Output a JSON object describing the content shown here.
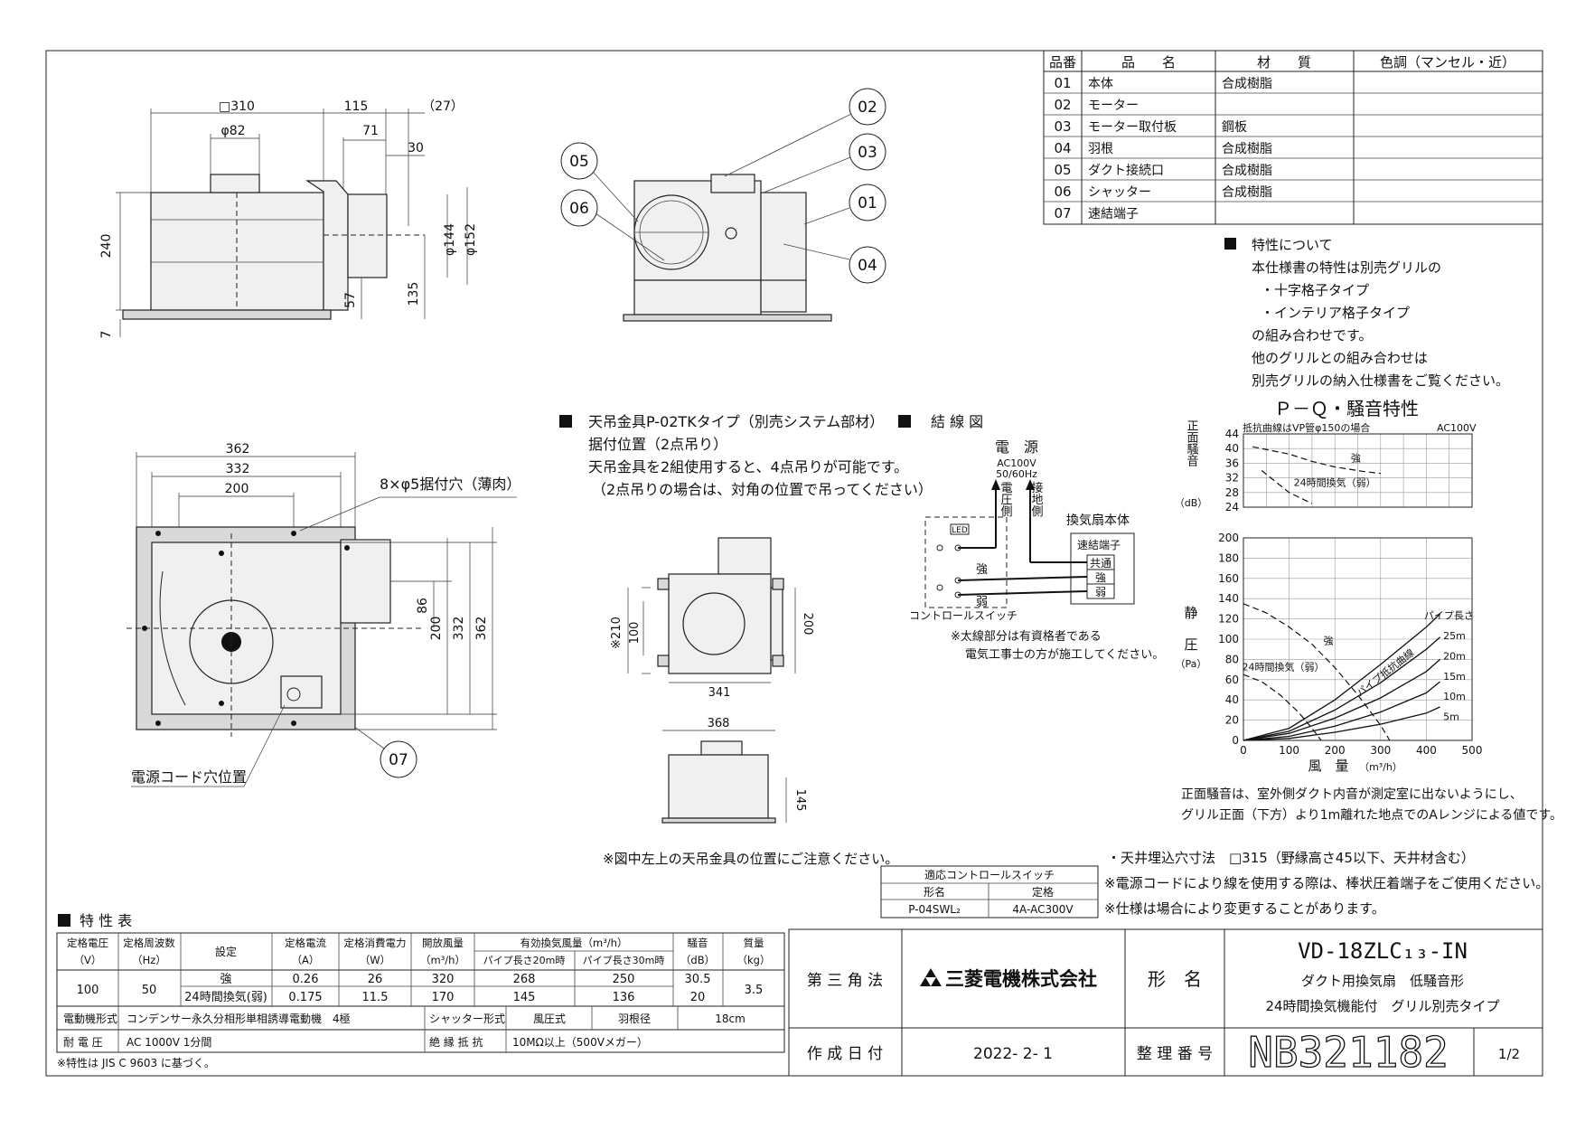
{
  "parts_table": {
    "headers": [
      "品番",
      "品　　名",
      "材　　質",
      "色調（マンセル・近）"
    ],
    "rows": [
      {
        "no": "01",
        "name": "本体",
        "material": "合成樹脂",
        "color": ""
      },
      {
        "no": "02",
        "name": "モーター",
        "material": "",
        "color": ""
      },
      {
        "no": "03",
        "name": "モーター取付板",
        "material": "鋼板",
        "color": ""
      },
      {
        "no": "04",
        "name": "羽根",
        "material": "合成樹脂",
        "color": ""
      },
      {
        "no": "05",
        "name": "ダクト接続口",
        "material": "合成樹脂",
        "color": ""
      },
      {
        "no": "06",
        "name": "シャッター",
        "material": "合成樹脂",
        "color": ""
      },
      {
        "no": "07",
        "name": "速結端子",
        "material": "",
        "color": ""
      }
    ]
  },
  "side_view_dims": {
    "sq310": "□310",
    "d115": "115",
    "d27": "（27）",
    "phi82": "φ82",
    "d71": "71",
    "d30": "30",
    "d240": "240",
    "phi144": "φ144",
    "phi152": "φ152",
    "d57": "57",
    "d135": "135",
    "d7": "7"
  },
  "callouts": {
    "c01": "01",
    "c02": "02",
    "c03": "03",
    "c04": "04",
    "c05": "05",
    "c06": "06",
    "c07": "07"
  },
  "bottom_view_dims": {
    "d362": "362",
    "d332": "332",
    "d200": "200",
    "d86": "86",
    "d200v": "200",
    "d332v": "332",
    "d362v": "362",
    "holes": "8×φ5据付穴（薄肉）",
    "cord": "電源コード穴位置"
  },
  "hanger_section": {
    "title": "天吊金具P-02TKタイプ（別売システム部材）",
    "line1": "据付位置（2点吊り）",
    "line2": "天吊金具を2組使用すると、4点吊りが可能です。",
    "line3": "（2点吊りの場合は、対角の位置で吊ってください）",
    "d210": "※210",
    "d100": "100",
    "d200": "200",
    "d341": "341",
    "d368": "368",
    "d145": "145",
    "note": "※図中左上の天吊金具の位置にご注意ください。"
  },
  "wiring": {
    "title": "結 線 図",
    "power": "電　源",
    "ac": "AC100V",
    "hz": "50/60Hz",
    "live": "電圧側",
    "ground": "接地側",
    "fan_body": "換気扇本体",
    "terminal": "速結端子",
    "common": "共通",
    "strong": "強",
    "weak": "弱",
    "led": "LED",
    "switch": "コントロールスイッチ",
    "note1": "※太線部分は有資格者である",
    "note2": "電気工事士の方が施工してください。"
  },
  "characteristics_note": {
    "title": "特性について",
    "l1": "本仕様書の特性は別売グリルの",
    "l2": "・十字格子タイプ",
    "l3": "・インテリア格子タイプ",
    "l4": "の組み合わせです。",
    "l5": "他のグリルとの組み合わせは",
    "l6": "別売グリルの納入仕様書をご覧ください。"
  },
  "chart_data": [
    {
      "type": "line",
      "title": "Ｐ－Ｑ・騒音特性",
      "subtitle": "抵抗曲線はVP管φ150の場合",
      "supply": "AC100V",
      "ylabel": "正面騒音",
      "yunit": "（dB）",
      "ylim": [
        24,
        44
      ],
      "yticks": [
        24,
        28,
        32,
        36,
        40,
        44
      ],
      "xlim": [
        0,
        500
      ],
      "series": [
        {
          "name": "強",
          "x": [
            20,
            100,
            150,
            200,
            260,
            300
          ],
          "y": [
            40.5,
            38.5,
            36.5,
            35,
            33.8,
            33.2
          ]
        },
        {
          "name": "24時間換気（弱）",
          "x": [
            40,
            100,
            150
          ],
          "y": [
            34,
            28,
            25
          ]
        }
      ]
    },
    {
      "type": "line",
      "ylabel_1": "静",
      "ylabel_2": "圧",
      "yunit": "（Pa）",
      "xlabel": "風　量",
      "xunit": "（m³/h）",
      "xlim": [
        0,
        500
      ],
      "ylim": [
        0,
        200
      ],
      "xticks": [
        0,
        100,
        200,
        300,
        400,
        500
      ],
      "yticks": [
        0,
        20,
        40,
        60,
        80,
        100,
        120,
        140,
        160,
        180,
        200
      ],
      "curve_label": "パイプ抵抗曲線",
      "pipe_length_label": "パイプ長さ",
      "series": [
        {
          "name": "強",
          "x": [
            0,
            50,
            100,
            150,
            200,
            250,
            300,
            320
          ],
          "y": [
            135,
            126,
            112,
            95,
            72,
            45,
            15,
            0
          ]
        },
        {
          "name": "24時間換気（弱）",
          "x": [
            0,
            40,
            80,
            120,
            150,
            170
          ],
          "y": [
            65,
            58,
            45,
            28,
            12,
            0
          ]
        },
        {
          "name": "25m",
          "x": [
            0,
            100,
            200,
            300,
            400,
            430
          ],
          "y": [
            0,
            12,
            40,
            75,
            112,
            125
          ]
        },
        {
          "name": "20m",
          "x": [
            0,
            100,
            200,
            300,
            400,
            430
          ],
          "y": [
            0,
            9,
            30,
            57,
            90,
            102
          ]
        },
        {
          "name": "15m",
          "x": [
            0,
            100,
            200,
            300,
            400,
            430
          ],
          "y": [
            0,
            7,
            22,
            42,
            68,
            80
          ]
        },
        {
          "name": "10m",
          "x": [
            0,
            100,
            200,
            300,
            400,
            430
          ],
          "y": [
            0,
            4,
            14,
            28,
            47,
            58
          ]
        },
        {
          "name": "5m",
          "x": [
            0,
            100,
            200,
            300,
            400,
            430
          ],
          "y": [
            0,
            2,
            8,
            16,
            27,
            33
          ]
        }
      ]
    }
  ],
  "noise_note": {
    "l1": "正面騒音は、室外側ダクト内音が測定室に出ないようにし、",
    "l2": "グリル正面（下方）より1m離れた地点でのAレンジによる値です。"
  },
  "install_notes": {
    "n1": "・天井埋込穴寸法　□315（野縁高さ45以下、天井材含む）",
    "n2": "※電源コードにより線を使用する際は、棒状圧着端子をご使用ください。",
    "n3": "※仕様は場合により変更することがあります。"
  },
  "switch_table": {
    "title": "適応コントロールスイッチ",
    "h1": "形名",
    "h2": "定格",
    "model": "P-04SWL₂",
    "rating": "4A-AC300V"
  },
  "spec_table": {
    "title": "特 性 表",
    "h_voltage": "定格電圧",
    "h_voltage_u": "（V）",
    "h_freq": "定格周波数",
    "h_freq_u": "（Hz）",
    "h_setting": "設定",
    "h_current": "定格電流",
    "h_current_u": "（A）",
    "h_power": "定格消費電力",
    "h_power_u": "（W）",
    "h_open": "開放風量",
    "h_open_u": "（m³/h）",
    "h_eff": "有効換気風量（m³/h）",
    "h_eff20": "パイプ長さ20m時",
    "h_eff30": "パイプ長さ30m時",
    "h_noise": "騒音",
    "h_noise_u": "（dB）",
    "h_mass": "質量",
    "h_mass_u": "（kg）",
    "voltage": "100",
    "freq": "50",
    "mass": "3.5",
    "rows": [
      {
        "setting": "強",
        "current": "0.26",
        "power": "26",
        "open": "320",
        "eff20": "268",
        "eff30": "250",
        "noise": "30.5"
      },
      {
        "setting": "24時間換気(弱)",
        "current": "0.175",
        "power": "11.5",
        "open": "170",
        "eff20": "145",
        "eff30": "136",
        "noise": "20"
      }
    ],
    "motor_label": "電動機形式",
    "motor": "コンデンサー永久分相形単相誘導電動機　4極",
    "shutter_label": "シャッター形式",
    "shutter": "風圧式",
    "blade_label": "羽根径",
    "blade": "18cm",
    "withstand_label": "耐 電 圧",
    "withstand": "AC 1000V 1分間",
    "insulation_label": "絶 縁 抵 抗",
    "insulation": "10MΩ以上（500Vメガー）",
    "footnote": "※特性は JIS C 9603 に基づく。"
  },
  "title_block": {
    "projection": "第 三 角 法",
    "company": "三菱電機株式会社",
    "model_label": "形　名",
    "model": "VD-18ZLC₁₃-IN",
    "desc1": "ダクト用換気扇　低騒音形",
    "desc2": "24時間換気機能付　グリル別売タイプ",
    "date_label": "作 成 日 付",
    "date": "2022- 2- 1",
    "doc_label": "整 理 番 号",
    "doc_no": "NB321182",
    "page": "1/2"
  }
}
